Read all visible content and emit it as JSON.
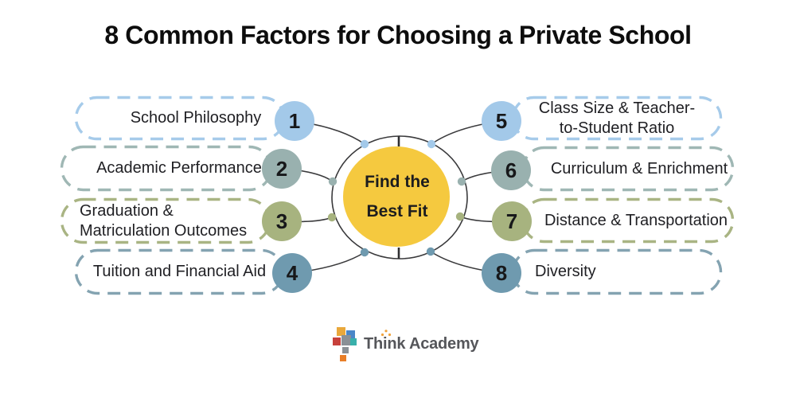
{
  "title": "8 Common Factors for Choosing a Private School",
  "center": {
    "line1": "Find the",
    "line2": "Best Fit"
  },
  "items": [
    {
      "number": "1",
      "lines": [
        "School Philosophy"
      ],
      "theme": "blue",
      "side": "left"
    },
    {
      "number": "2",
      "lines": [
        "Academic Performance"
      ],
      "theme": "teal",
      "side": "left"
    },
    {
      "number": "3",
      "lines": [
        "Graduation &",
        "Matriculation Outcomes"
      ],
      "theme": "sage",
      "side": "left"
    },
    {
      "number": "4",
      "lines": [
        "Tuition and Financial Aid"
      ],
      "theme": "steel",
      "side": "left"
    },
    {
      "number": "5",
      "lines": [
        "Class Size & Teacher-",
        "to-Student Ratio"
      ],
      "theme": "blue",
      "side": "right"
    },
    {
      "number": "6",
      "lines": [
        "Curriculum & Enrichment"
      ],
      "theme": "teal",
      "side": "right"
    },
    {
      "number": "7",
      "lines": [
        "Distance & Transportation"
      ],
      "theme": "sage",
      "side": "right"
    },
    {
      "number": "8",
      "lines": [
        "Diversity"
      ],
      "theme": "steel",
      "side": "right"
    }
  ],
  "brand": {
    "name": "Think Academy"
  },
  "icons": {
    "logo": "think-academy-blocks-logo",
    "sparkle": "sparkle-rays-icon"
  },
  "palette": {
    "blue": "#A3C9E9",
    "teal": "#99B1AF",
    "sage": "#A7B37F",
    "steel": "#6F9AAF",
    "blue_border": "#A6CBEA",
    "teal_border": "#9FB7B4",
    "sage_border": "#A9B483",
    "steel_border": "#84A3B1",
    "center_fill": "#F5C93F",
    "connector_line": "#3A3A3C",
    "label_text": "#1F1F23",
    "brand_text": "#55565A"
  }
}
